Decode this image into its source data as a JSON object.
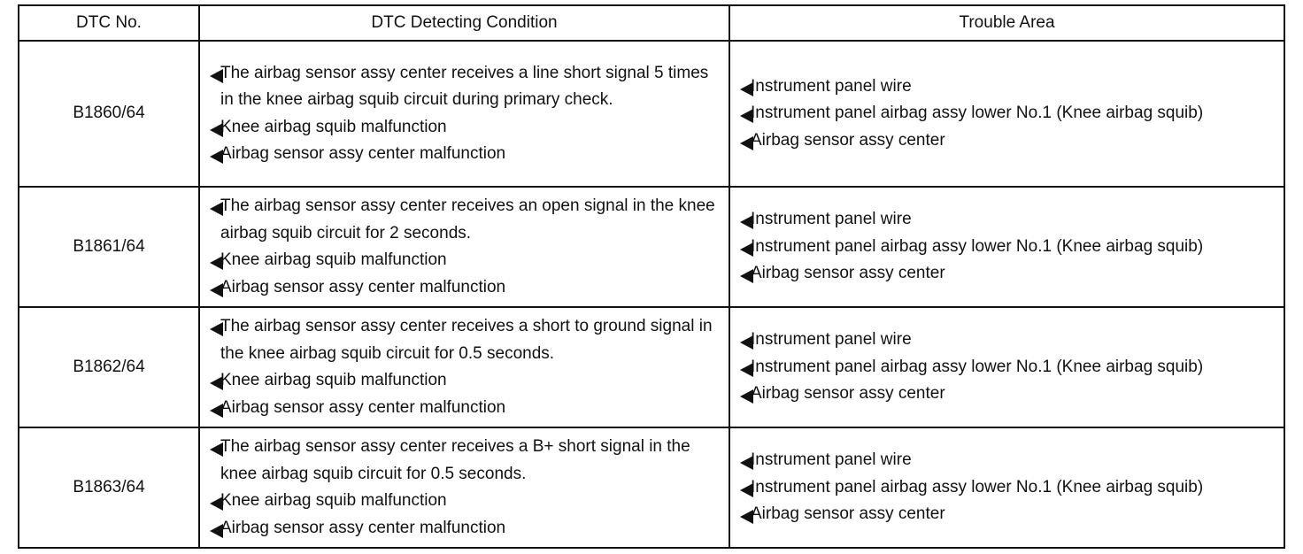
{
  "table": {
    "headers": {
      "dtc_no": "DTC No.",
      "condition": "DTC Detecting Condition",
      "trouble_area": "Trouble Area"
    },
    "rows": [
      {
        "code": "B1860/64",
        "conditions": [
          "The airbag sensor assy center receives a line short signal 5 times in the knee airbag squib circuit during primary check.",
          "Knee airbag squib malfunction",
          "Airbag sensor assy center malfunction"
        ],
        "areas": [
          "Instrument panel wire",
          "Instrument panel airbag assy lower No.1 (Knee airbag squib)",
          "Airbag sensor assy center"
        ]
      },
      {
        "code": "B1861/64",
        "conditions": [
          "The airbag sensor assy center receives an open signal in the knee airbag squib circuit for 2 seconds.",
          "Knee airbag squib malfunction",
          "Airbag sensor assy center malfunction"
        ],
        "areas": [
          "Instrument panel wire",
          "Instrument panel airbag assy lower No.1 (Knee airbag squib)",
          "Airbag sensor assy center"
        ]
      },
      {
        "code": "B1862/64",
        "conditions": [
          "The airbag sensor assy center receives a short to ground signal in the knee airbag squib circuit for 0.5 seconds.",
          "Knee airbag squib malfunction",
          "Airbag sensor assy center malfunction"
        ],
        "areas": [
          "Instrument panel wire",
          "Instrument panel airbag assy lower No.1 (Knee airbag squib)",
          "Airbag sensor assy center"
        ]
      },
      {
        "code": "B1863/64",
        "conditions": [
          "The airbag sensor assy center receives a B+ short signal in the knee airbag squib circuit for 0.5 seconds.",
          "Knee airbag squib malfunction",
          "Airbag sensor assy center malfunction"
        ],
        "areas": [
          "Instrument panel wire",
          "Instrument panel airbag assy lower No.1 (Knee airbag squib)",
          "Airbag sensor assy center"
        ]
      }
    ]
  }
}
